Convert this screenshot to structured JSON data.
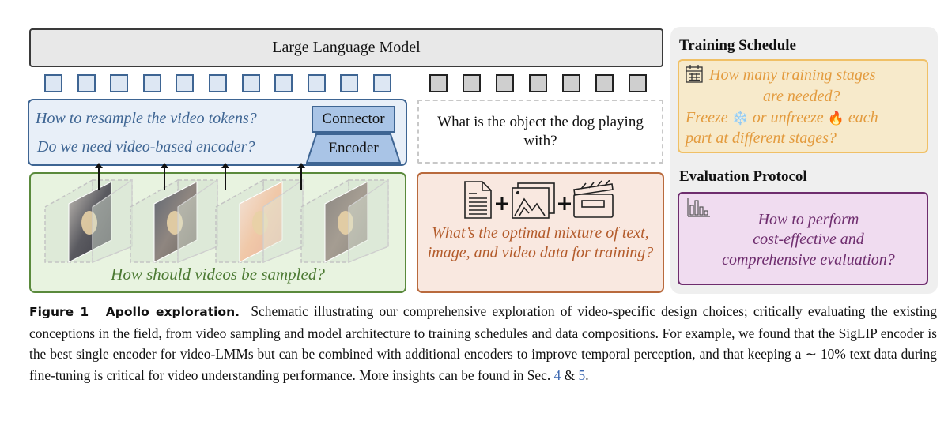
{
  "diagram": {
    "llm_label": "Large Language Model",
    "video_tokens_count": 11,
    "text_tokens_count": 7,
    "architecture": {
      "question_resample": "How to resample the video tokens?",
      "question_encoder": "Do we need video-based encoder?",
      "connector_label": "Connector",
      "encoder_label": "Encoder"
    },
    "sampling": {
      "frame_count": 4,
      "question": "How should videos be sampled?"
    },
    "text_query": "What is the object the dog playing with?",
    "data_mixture": {
      "icons": [
        "document-icon",
        "image-icon",
        "video-clapperboard-icon"
      ],
      "question": "What’s the optimal mixture of text, image, and video data for training?"
    },
    "training_schedule": {
      "title": "Training Schedule",
      "line1": "How many training stages",
      "line2": "are needed?",
      "line3a": "Freeze",
      "freeze_emoji": "❄️",
      "line3b": "or unfreeze",
      "unfreeze_emoji": "🔥",
      "line3c": "each",
      "line4": "part at different stages?"
    },
    "evaluation_protocol": {
      "title": "Evaluation Protocol",
      "line1": "How to perform",
      "line2": "cost-effective and",
      "line3": "comprehensive evaluation?"
    }
  },
  "caption": {
    "figure_label": "Figure 1",
    "figure_title": "Apollo exploration.",
    "text_part1": "Schematic illustrating our comprehensive exploration of video-specific design choices; critically evaluating the existing conceptions in the field, from video sampling and model architecture to training schedules and data compositions. For example, we found that the SigLIP encoder is the best single encoder for video-LMMs but can be combined with additional encoders to improve temporal perception, and that keeping a ∼ 10% text data during fine-tuning is critical for video understanding performance. More insights can be found in Sec.",
    "ref1": "4",
    "amp": "&",
    "ref2": "5",
    "end": "."
  },
  "colors": {
    "architecture": "#3e6593",
    "sampling": "#4c7a33",
    "data_mixture": "#b35b2b",
    "training": "#e39b3e",
    "evaluation": "#6e2d6e",
    "link": "#3a66b0"
  }
}
